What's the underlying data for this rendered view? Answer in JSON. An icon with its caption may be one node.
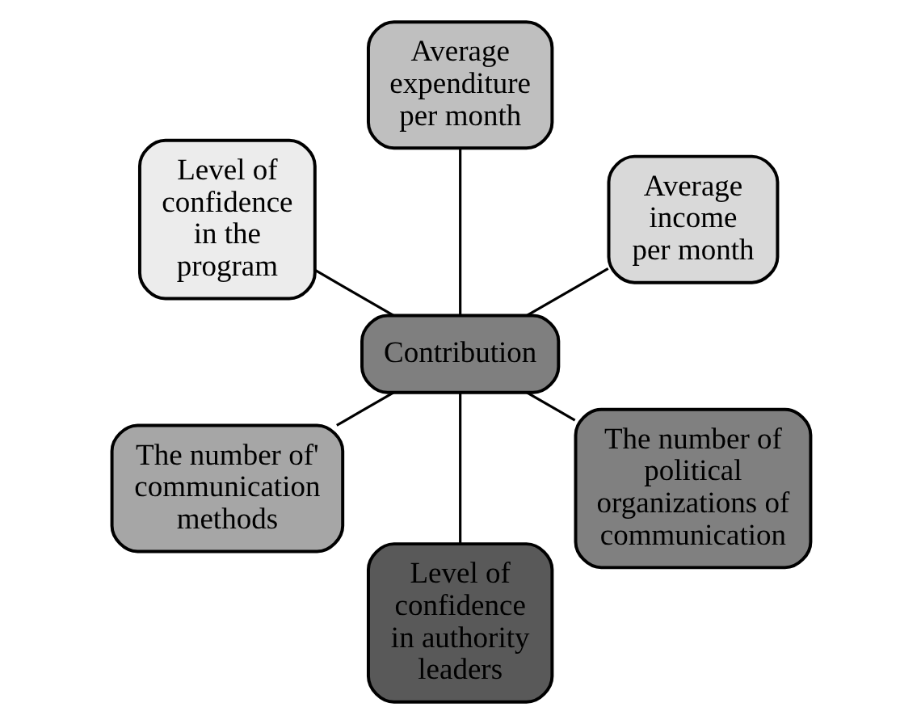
{
  "diagram": {
    "nodes": [
      {
        "text": [
          "Average income per month"
        ]
      },
      {
        "text": [
          "Average expenditure per month"
        ]
      },
      {
        "text": [
          "Level of confidence in the program"
        ]
      },
      {
        "text": [
          "Contribution"
        ]
      },
      {
        "text": [
          "The number of' communication methods"
        ]
      },
      {
        "text": [
          "Level of confidence in authority leaders"
        ]
      },
      {
        "text": [
          "The number of political organizations of communication"
        ]
      }
    ],
    "edges": [
      {
        "from": 3,
        "to": 0,
        "arrow": "none"
      },
      {
        "from": 3,
        "to": 1,
        "arrow": "none"
      },
      {
        "from": 3,
        "to": 2,
        "arrow": "none"
      },
      {
        "from": 3,
        "to": 4,
        "arrow": "none"
      },
      {
        "from": 3,
        "to": 5,
        "arrow": "none"
      },
      {
        "from": 3,
        "to": 6,
        "arrow": "none"
      }
    ]
  }
}
